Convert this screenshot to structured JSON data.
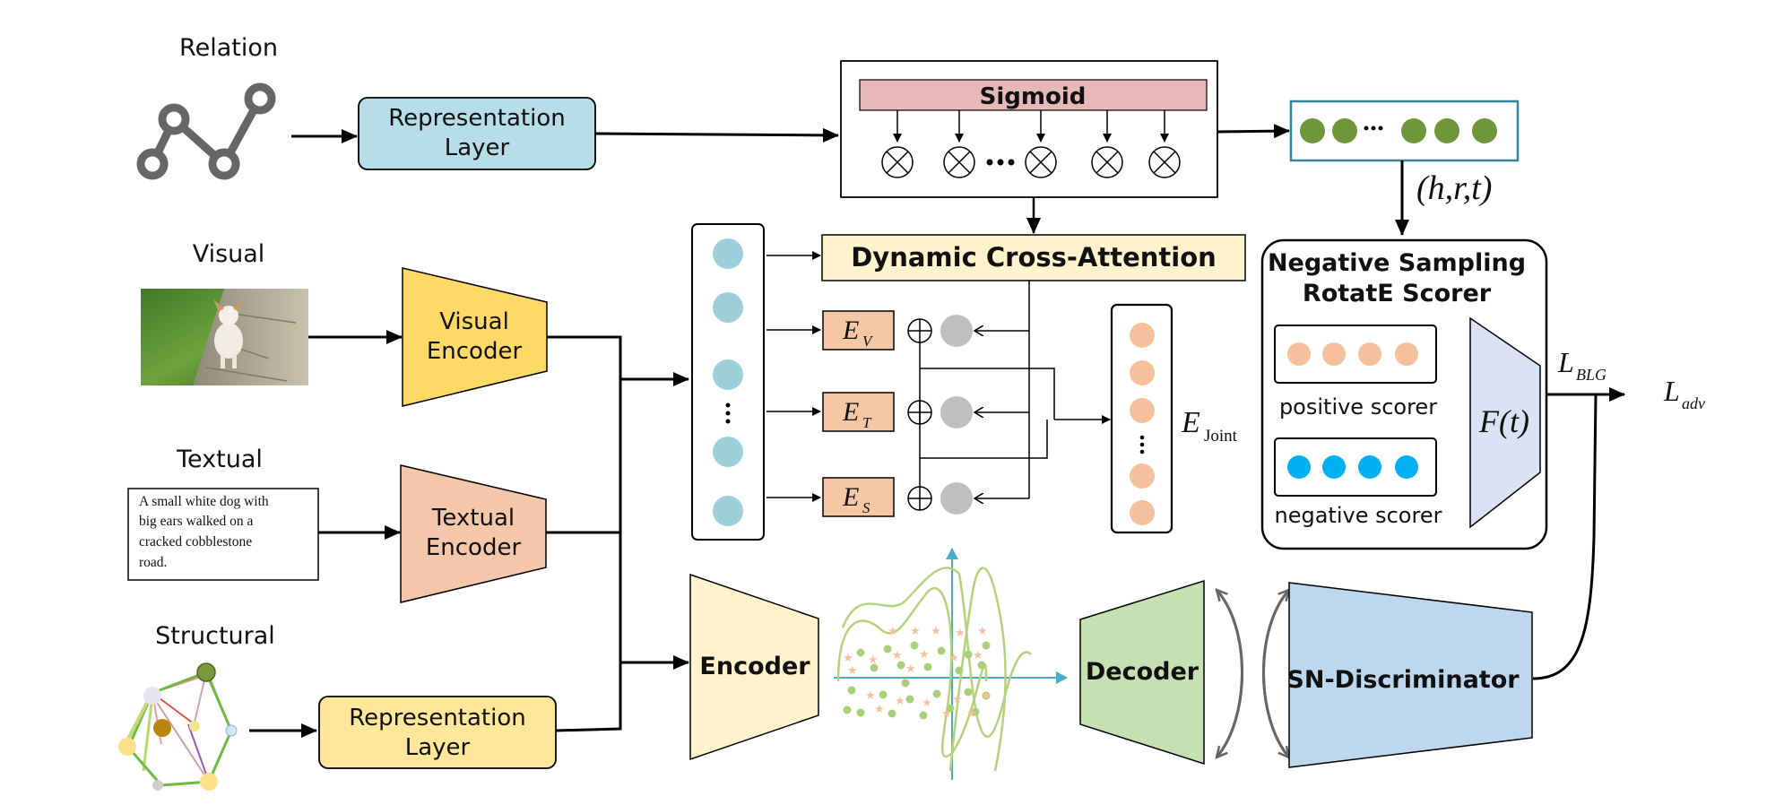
{
  "inputs": {
    "relation": "Relation",
    "visual": "Visual",
    "textual": "Textual",
    "structural": "Structural",
    "caption": [
      "A small white dog with",
      "big ears walked on a",
      "cracked cobblestone",
      "road."
    ]
  },
  "modules": {
    "rep_layer_top": [
      "Representation",
      "Layer"
    ],
    "rep_layer_bottom": [
      "Representation",
      "Layer"
    ],
    "visual_encoder": [
      "Visual",
      "Encoder"
    ],
    "textual_encoder": [
      "Textual",
      "Encoder"
    ],
    "sigmoid": "Sigmoid",
    "dynamic_attention": "Dynamic Cross-Attention",
    "encoder": "Encoder",
    "decoder": "Decoder",
    "discriminator": "SN-Discriminator",
    "scorer_title": [
      "Negative Sampling",
      "RotatE Scorer"
    ],
    "positive_scorer": "positive scorer",
    "negative_scorer": "negative scorer"
  },
  "math": {
    "ev": "E",
    "ev_sub": "V",
    "et": "E",
    "et_sub": "T",
    "es": "E",
    "es_sub": "S",
    "ejoint": "E",
    "ejoint_sub": "Joint",
    "triple": "(h,r,t)",
    "ft": "F(t)",
    "lblg": "L",
    "lblg_sub": "BLG",
    "ladv": "L",
    "ladv_sub": "adv"
  },
  "colors": {
    "rep_blue": "#b6dde8",
    "visual_yellow": "#ffd966",
    "textual_peach": "#f4c7ab",
    "rep_bottom": "#ffe699",
    "sigmoid_pink": "#e6b8b7",
    "attention_cream": "#fff2cc",
    "e_box": "#f6c7a4",
    "encoder_cream": "#fff2cc",
    "decoder_green": "#c5e0b3",
    "disc_blue": "#bdd7ee",
    "ft_lavender": "#dae3f3",
    "dot_blue": "#9dcfdb",
    "dot_peach": "#f5c09b",
    "dot_green": "#70963a",
    "dot_cyan": "#00b0f0",
    "dot_gray": "#bfbfbf",
    "teal_border": "#31859c"
  }
}
